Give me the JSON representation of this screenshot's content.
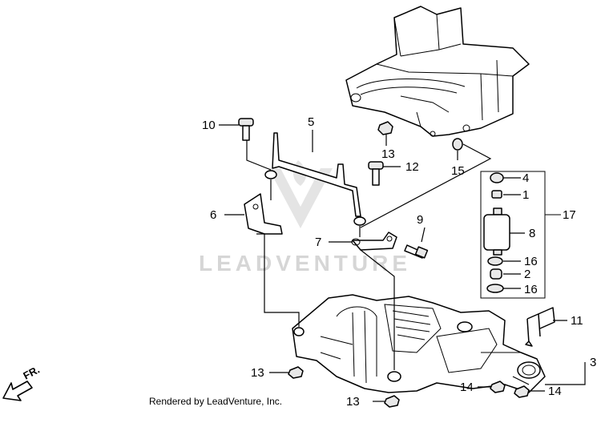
{
  "callouts": {
    "c1": "1",
    "c2": "2",
    "c3": "3",
    "c4": "4",
    "c5": "5",
    "c6": "6",
    "c7": "7",
    "c8": "8",
    "c9": "9",
    "c10": "10",
    "c11": "11",
    "c12": "12",
    "c13a": "13",
    "c13b": "13",
    "c13c": "13",
    "c14a": "14",
    "c14b": "14",
    "c15": "15",
    "c16a": "16",
    "c16b": "16",
    "c17": "17"
  },
  "front_marker": "FR.",
  "watermark": "LEADVENTURE",
  "footer": "Rendered by LeadVenture, Inc."
}
